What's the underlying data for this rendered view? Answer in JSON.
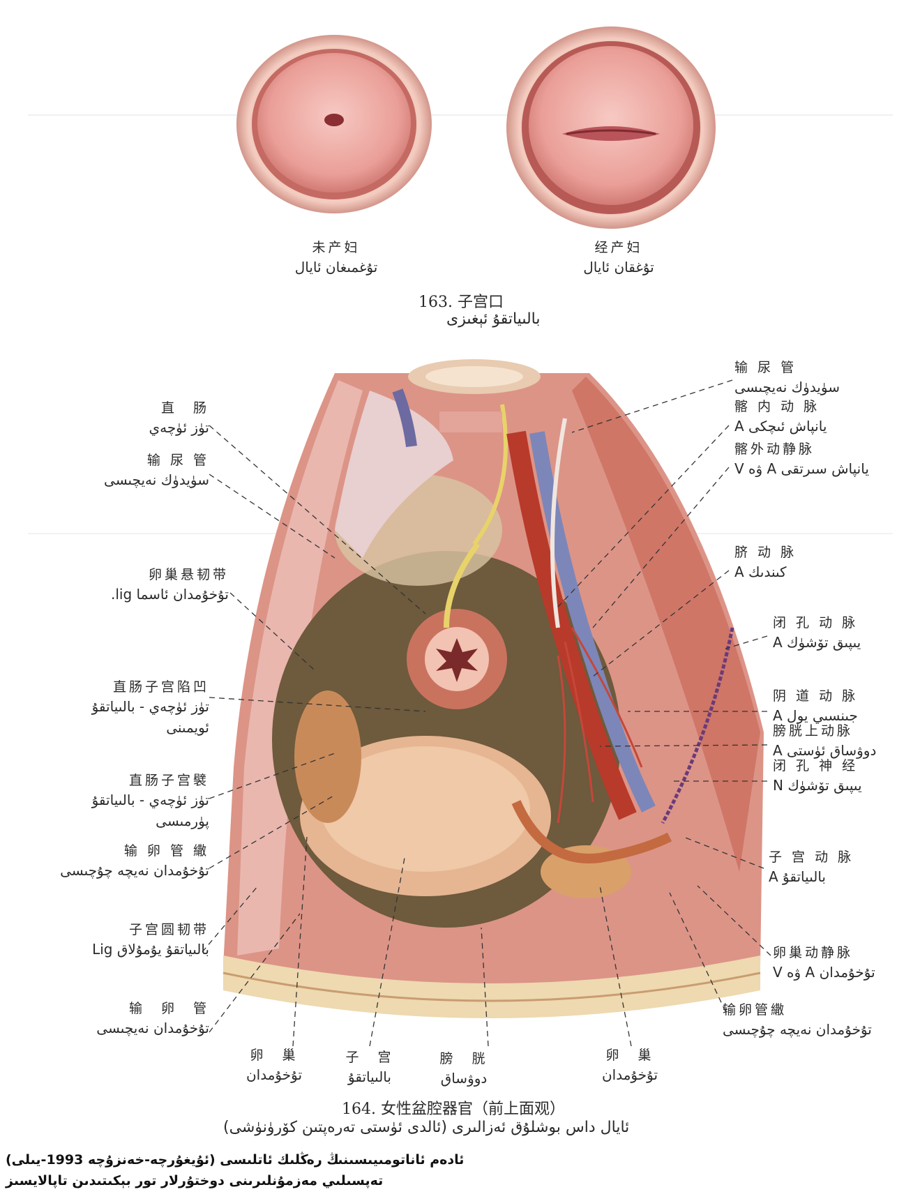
{
  "figure163": {
    "title": "163.  子宫口",
    "title_ug": "بالىياتقۇ ئېغىزى",
    "left": {
      "zh": "未产妇",
      "ug": "تۇغمىغان ئايال"
    },
    "right": {
      "zh": "经产妇",
      "ug": "تۇغقان ئايال"
    }
  },
  "figure164": {
    "title": "164.  女性盆腔器官（前上面观）",
    "title_ug": "ئايال داس بوشلۇق ئەزالىرى (ئالدى ئۈستى تەرەپتىن كۆرۈنۈشى)",
    "labels": [
      {
        "zh": "直　肠",
        "ug": [
          "تۈز ئۈچەي"
        ]
      },
      {
        "zh": "输 尿 管",
        "ug": [
          "سۈيدۈك نەيچىسى"
        ]
      },
      {
        "zh": "卵巢悬韧带",
        "ug": [
          "تۇخۇمدان ئاسما lig."
        ]
      },
      {
        "zh": "直肠子宫陷凹",
        "ug": [
          "تۈز ئۈچەي - بالىياتقۇ",
          "ئويمىنى"
        ]
      },
      {
        "zh": "直肠子宫襞",
        "ug": [
          "تۈز ئۈچەي - بالىياتقۇ",
          "پۈرمىسى"
        ]
      },
      {
        "zh": "输 卵 管 繖",
        "ug": [
          "تۇخۇمدان نەيچە چۇچىسى"
        ]
      },
      {
        "zh": "子宫圆韧带",
        "ug": [
          "بالىياتقۇ يۇمۇلاق Lig"
        ]
      },
      {
        "zh": "输　卵　管",
        "ug": [
          "تۇخۇمدان نەيچىسى"
        ]
      },
      {
        "zh": "卵　巢",
        "ug": [
          "تۇخۇمدان"
        ]
      },
      {
        "zh": "子　宫",
        "ug": [
          "بالىياتقۇ"
        ]
      },
      {
        "zh": "膀　胱",
        "ug": [
          "دوۋساق"
        ]
      },
      {
        "zh": "卵　巢",
        "ug": [
          "تۇخۇمدان"
        ]
      },
      {
        "zh": "输 尿 管",
        "ug": [
          "سۈيدۈك نەيچىسى"
        ]
      },
      {
        "zh": "髂 内 动 脉",
        "ug": [
          "يانپاش ئىچكى A"
        ]
      },
      {
        "zh": "髂外动静脉",
        "ug": [
          "يانپاش سىرتقى A ۋە V"
        ]
      },
      {
        "zh": "脐 动 脉",
        "ug": [
          "كىندىك A"
        ]
      },
      {
        "zh": "闭 孔 动 脉",
        "ug": [
          "يىپىق تۆشۈك A"
        ]
      },
      {
        "zh": "阴 道 动 脉",
        "ug": [
          "جىنسىي يول A"
        ]
      },
      {
        "zh": "膀胱上动脉",
        "ug": [
          "دوۋساق ئۈستى A"
        ]
      },
      {
        "zh": "闭 孔 神 经",
        "ug": [
          "يىپىق تۆشۈك N"
        ]
      },
      {
        "zh": "子 宫 动 脉",
        "ug": [
          "بالىياتقۇ A"
        ]
      },
      {
        "zh": "卵巢动静脉",
        "ug": [
          "تۇخۇمدان A ۋە V"
        ]
      },
      {
        "zh": "输卵管繖",
        "ug": [
          "تۇخۇمدان نەيچە چۇچىسى"
        ]
      }
    ]
  },
  "footer": {
    "line1": "ئادەم ئاناتومىيىسىنىڭ رەڭلىك ئاتلىسى (ئۇيغۇرچە-خەنزۇچە 1993-يىلى)",
    "line2": "تەپسىلىي مەزمۇنلىرىنى دوختۇرلار تور بېكىتىدىن تاپالايسىز"
  }
}
